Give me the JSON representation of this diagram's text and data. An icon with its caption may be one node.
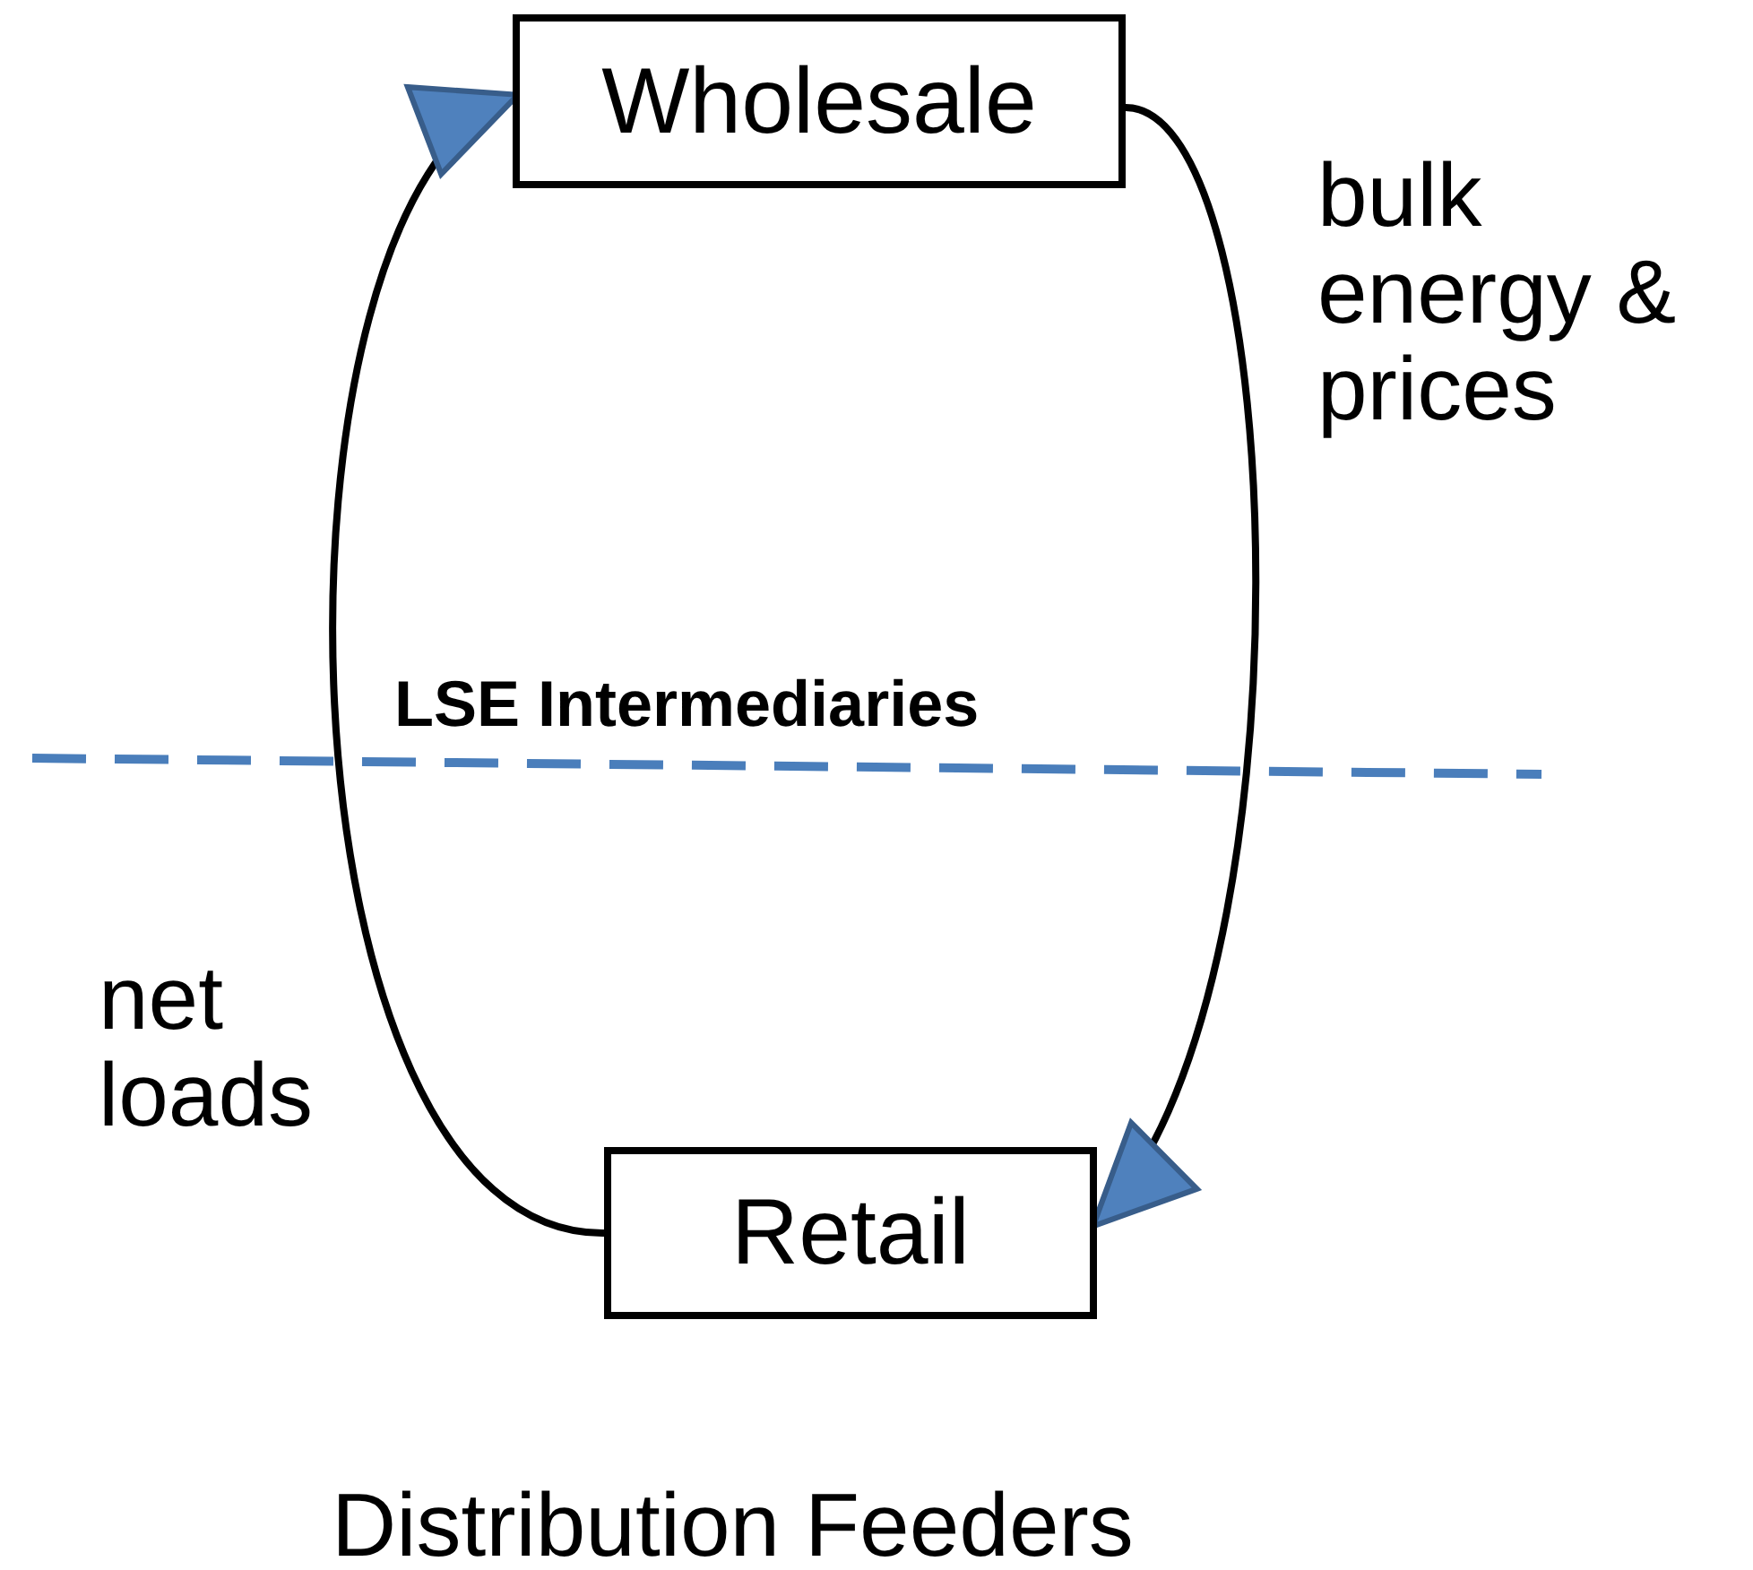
{
  "diagram": {
    "nodes": [
      {
        "text": [
          "Wholesale"
        ]
      },
      {
        "text": [
          "Retail"
        ]
      }
    ],
    "edges": [
      {
        "from": 0,
        "to": 1,
        "arrow": "to",
        "label": "bulk energy & prices"
      },
      {
        "from": 1,
        "to": 0,
        "arrow": "to",
        "label": "net loads"
      }
    ],
    "labels": [
      "LSE Intermediaries",
      "Distribution Feeders"
    ]
  }
}
